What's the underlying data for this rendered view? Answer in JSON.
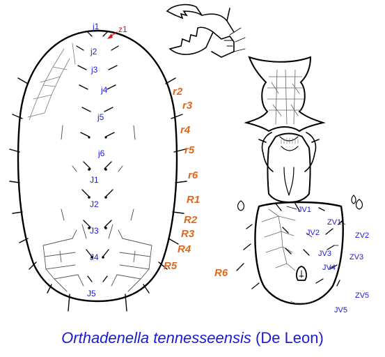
{
  "colors": {
    "blue": "#1a1ad6",
    "orange": "#e0661c",
    "red": "#e0141c",
    "line": "#000000"
  },
  "dorsal_labels": [
    {
      "id": "j1",
      "text": "j1"
    },
    {
      "id": "z1",
      "text": "z1"
    },
    {
      "id": "j2",
      "text": "j2"
    },
    {
      "id": "j3",
      "text": "j3"
    },
    {
      "id": "j4",
      "text": "j4"
    },
    {
      "id": "j5",
      "text": "j5"
    },
    {
      "id": "j6",
      "text": "j6"
    },
    {
      "id": "J1",
      "text": "J1"
    },
    {
      "id": "J2",
      "text": "J2"
    },
    {
      "id": "J3",
      "text": "J3"
    },
    {
      "id": "J4",
      "text": "J4"
    },
    {
      "id": "J5",
      "text": "J5"
    }
  ],
  "r_labels": [
    {
      "id": "r2",
      "text": "r2"
    },
    {
      "id": "r3",
      "text": "r3"
    },
    {
      "id": "r4",
      "text": "r4"
    },
    {
      "id": "r5",
      "text": "r5"
    },
    {
      "id": "r6",
      "text": "r6"
    },
    {
      "id": "R1",
      "text": "R1"
    },
    {
      "id": "R2",
      "text": "R2"
    },
    {
      "id": "R3",
      "text": "R3"
    },
    {
      "id": "R4",
      "text": "R4"
    },
    {
      "id": "R5",
      "text": "R5"
    },
    {
      "id": "R6",
      "text": "R6"
    }
  ],
  "ventral_labels": [
    {
      "id": "JV1",
      "text": "JV1"
    },
    {
      "id": "ZV1",
      "text": "ZV1"
    },
    {
      "id": "JV2",
      "text": "JV2"
    },
    {
      "id": "ZV2",
      "text": "ZV2"
    },
    {
      "id": "JV3",
      "text": "JV3"
    },
    {
      "id": "ZV3",
      "text": "ZV3"
    },
    {
      "id": "JV4",
      "text": "JV4"
    },
    {
      "id": "ZV5",
      "text": "ZV5"
    },
    {
      "id": "JV5",
      "text": "JV5"
    }
  ],
  "caption": {
    "species": "Orthadenella tennesseensis",
    "author": " (De Leon)"
  }
}
